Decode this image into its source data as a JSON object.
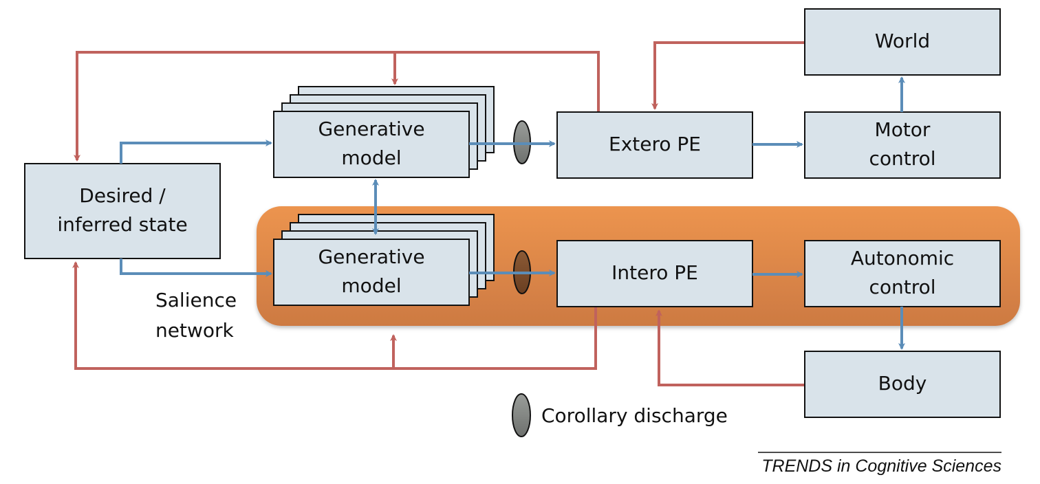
{
  "figure": {
    "boxes": {
      "desired_state": [
        "Desired /",
        "inferred state"
      ],
      "generative_model_top": [
        "Generative",
        "model"
      ],
      "generative_model_bottom": [
        "Generative",
        "model"
      ],
      "extero_pe": [
        "Extero PE"
      ],
      "intero_pe": [
        "Intero PE"
      ],
      "motor_control": [
        "Motor",
        "control"
      ],
      "autonomic_control": [
        "Autonomic",
        "control"
      ],
      "world": [
        "World"
      ],
      "body": [
        "Body"
      ]
    },
    "salience_network_label": [
      "Salience",
      "network"
    ],
    "legend": {
      "corollary_discharge": "Corollary discharge"
    },
    "credit": "TRENDS in Cognitive Sciences"
  },
  "colors": {
    "box_fill": "#d9e3ea",
    "feedforward_arrow": "#5b8db8",
    "feedback_arrow": "#c0625d",
    "salience_region": "#e8904c",
    "corollary_discharge_extero": "#8a8d8a",
    "corollary_discharge_intero": "#7a4a2a"
  }
}
